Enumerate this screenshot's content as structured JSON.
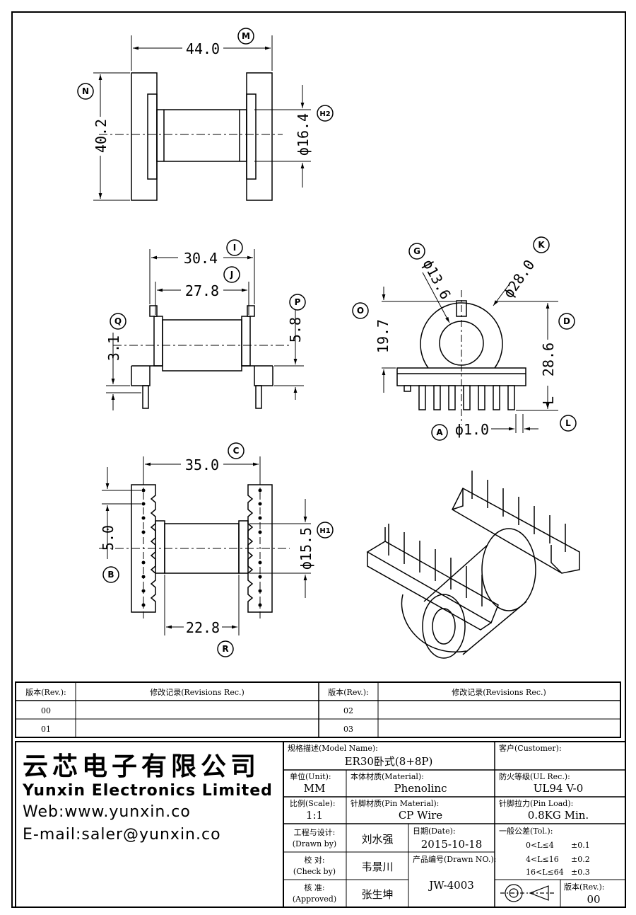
{
  "dimensions": {
    "d44": "44.0",
    "d402": "40.2",
    "d164": "ϕ16.4",
    "d304": "30.4",
    "d278": "27.8",
    "d58": "5.8",
    "d31": "3.1",
    "d136": "ϕ13.6",
    "d280": "ϕ28.0",
    "d197": "19.7",
    "d286": "28.6",
    "dL": "L",
    "d10": "ϕ1.0",
    "d350": "35.0",
    "d50": "5.0",
    "d155": "ϕ15.5",
    "d228": "22.8"
  },
  "callouts": {
    "M": "M",
    "N": "N",
    "H2": "H2",
    "I": "I",
    "J": "J",
    "P": "P",
    "Q": "Q",
    "G": "G",
    "K": "K",
    "O": "O",
    "D": "D",
    "A": "A",
    "L": "L",
    "C": "C",
    "B": "B",
    "H1": "H1",
    "R": "R"
  },
  "revision_table": {
    "col_rev": "版本(Rev.):",
    "col_rec": "修改记录(Revisions Rec.)",
    "rows": [
      "00",
      "01",
      "02",
      "03"
    ]
  },
  "company": {
    "name_cn": "云芯电子有限公司",
    "name_en": "Yunxin Electronics Limited",
    "web": "Web:www.yunxin.co",
    "email": "E-mail:saler@yunxin.co"
  },
  "title_block": {
    "model_label": "规格描述(Model Name):",
    "model_value": "ER30卧式(8+8P)",
    "customer_label": "客户(Customer):",
    "customer_value": "",
    "unit_label": "单位(Unit):",
    "unit_value": "MM",
    "material_label": "本体材质(Material):",
    "material_value": "Phenolinc",
    "ul_label": "防火等级(UL Rec.):",
    "ul_value": "UL94 V-0",
    "scale_label": "比例(Scale):",
    "scale_value": "1:1",
    "pin_material_label": "针脚材质(Pin Material):",
    "pin_material_value": "CP Wire",
    "pin_load_label": "针脚拉力(Pin Load):",
    "pin_load_value": "0.8KG Min.",
    "drawn_label_1": "工程与设计:",
    "drawn_label_2": "(Drawn by)",
    "drawn_value": "刘水强",
    "date_label": "日期(Date):",
    "date_value": "2015-10-18",
    "check_label_1": "校  对:",
    "check_label_2": "(Check by)",
    "check_value": "韦景川",
    "drawn_no_label": "产品编号(Drawn NO.):",
    "drawn_no_value": "JW-4003",
    "approved_label_1": "核  准:",
    "approved_label_2": "(Approved)",
    "approved_value": "张生坤",
    "tol_label": "一般公差(Tol.):",
    "tol_rows": [
      {
        "range": "0<L≤4",
        "value": "±0.1"
      },
      {
        "range": "4<L≤16",
        "value": "±0.2"
      },
      {
        "range": "16<L≤64",
        "value": "±0.3"
      }
    ],
    "rev_label": "版本(Rev.):",
    "rev_value": "00"
  }
}
